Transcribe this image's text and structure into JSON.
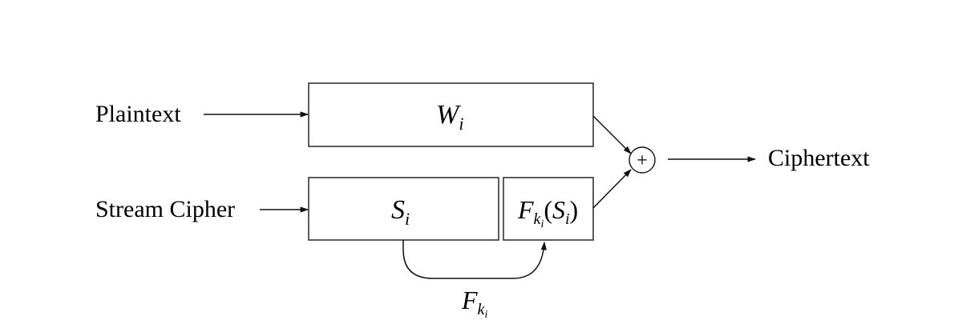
{
  "inputs": {
    "plaintext": "Plaintext",
    "stream_cipher": "Stream Cipher"
  },
  "output": {
    "ciphertext": "Ciphertext"
  },
  "blocks": {
    "w": {
      "base": "W",
      "sub": "i"
    },
    "s": {
      "base": "S",
      "sub": "i"
    },
    "f_of_s": {
      "base": "F",
      "sub": "k",
      "subsub": "i",
      "open": "(",
      "arg_base": "S",
      "arg_sub": "i",
      "close": ")"
    }
  },
  "operator": {
    "symbol": "+"
  },
  "feedback_label": {
    "base": "F",
    "sub": "k",
    "subsub": "i"
  },
  "colors": {
    "stroke": "#333333",
    "text": "#000000",
    "background": "#ffffff"
  }
}
